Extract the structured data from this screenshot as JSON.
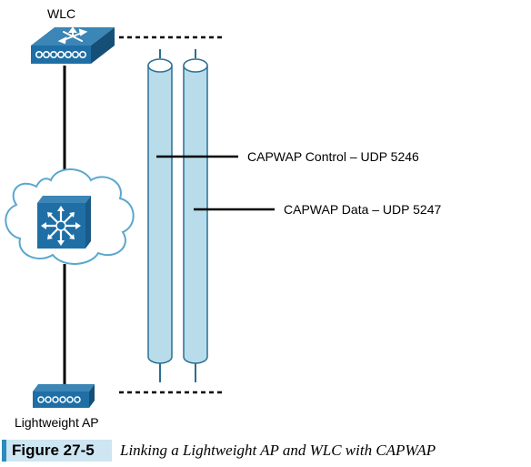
{
  "figure": {
    "nodes": {
      "wlc": {
        "label": "WLC"
      },
      "ap": {
        "label": "Lightweight AP"
      }
    },
    "tunnels": [
      {
        "label": "CAPWAP Control – UDP 5246"
      },
      {
        "label": "CAPWAP Data – UDP 5247"
      }
    ],
    "caption": {
      "badge": "Figure 27-5",
      "text": "Linking a Lightweight AP and WLC with CAPWAP"
    },
    "colors": {
      "device_blue": "#1f6fa6",
      "tunnel_fill": "#b9dcea",
      "tunnel_stroke": "#2a6f94",
      "cloud_stroke": "#5aa7d0"
    },
    "icons": {
      "wlc": "wireless-lan-controller-icon",
      "switch": "multilayer-switch-icon",
      "ap": "access-point-icon",
      "cloud": "network-cloud-icon"
    }
  }
}
